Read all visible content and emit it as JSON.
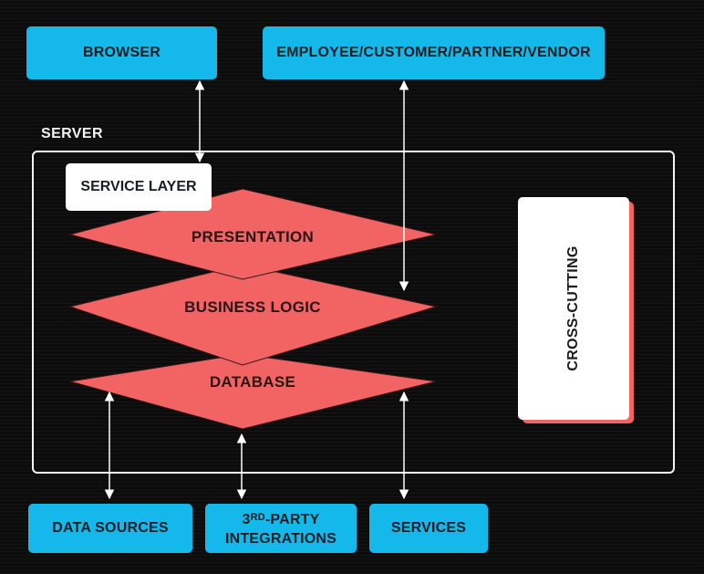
{
  "top_boxes": {
    "browser": "BROWSER",
    "users": "EMPLOYEE/CUSTOMER/PARTNER/VENDOR"
  },
  "server": {
    "label": "SERVER",
    "service_layer": "SERVICE LAYER",
    "layers": {
      "presentation": "PRESENTATION",
      "business_logic": "BUSINESS LOGIC",
      "database": "DATABASE"
    },
    "cross_cutting": "CROSS-CUTTING"
  },
  "bottom_boxes": {
    "data_sources": "DATA SOURCES",
    "third_party_num": "3",
    "third_party_sup": "RD",
    "third_party_rest": "-PARTY",
    "third_party_line2": "INTEGRATIONS",
    "services": "SERVICES"
  },
  "colors": {
    "box_blue": "#14b8ea",
    "layer_red": "#f26464",
    "frame_white": "#f4f4f4",
    "background": "#0c0c0c"
  }
}
